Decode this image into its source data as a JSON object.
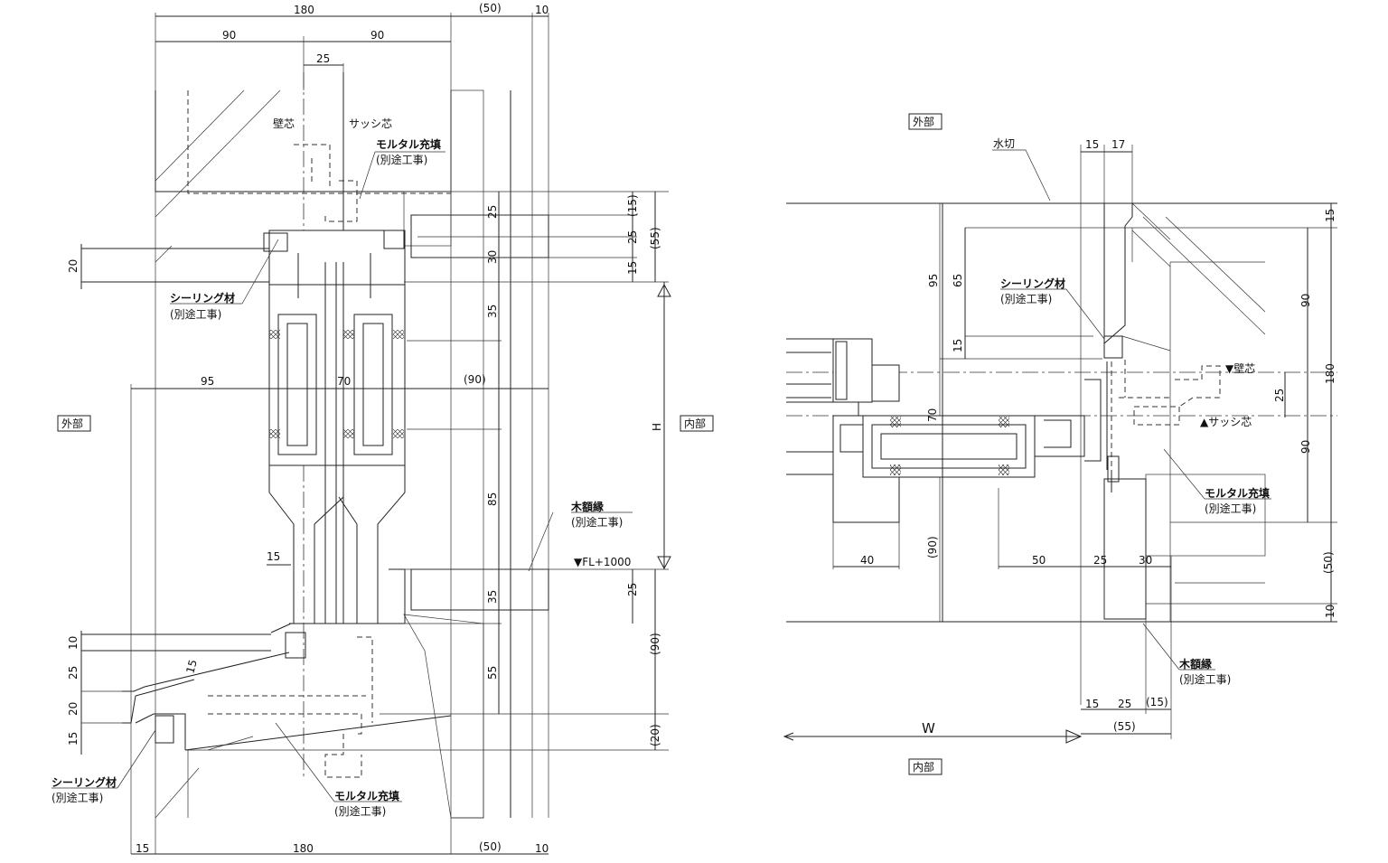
{
  "left": {
    "top_dims": [
      "180",
      "(50)",
      "10",
      "90",
      "90",
      "25"
    ],
    "center_marks": {
      "wall_center": "壁芯",
      "sash_center": "サッシ芯"
    },
    "right_dims_inner": [
      "25",
      "30",
      "35",
      "85",
      "35",
      "55"
    ],
    "right_dims_outer": [
      "(15)",
      "25",
      "15",
      "(55)",
      "H",
      "25",
      "(90)",
      "(20)"
    ],
    "mid_dims": [
      "95",
      "70",
      "(90)"
    ],
    "left_dims": [
      "20",
      "10",
      "25",
      "20",
      "15"
    ],
    "misc_dims": [
      "15",
      "15"
    ],
    "bottom_dims": [
      "15",
      "180",
      "(50)",
      "10"
    ],
    "labels": {
      "exterior": "外部",
      "interior": "内部",
      "mortar_top": "モルタル充填",
      "mortar_top_sub": "(別途工事)",
      "sealing_top": "シーリング材",
      "sealing_top_sub": "(別途工事)",
      "trim": "木額縁",
      "trim_sub": "(別途工事)",
      "fl": "▼FL+1000",
      "sealing_bottom": "シーリング材",
      "sealing_bottom_sub": "(別途工事)",
      "mortar_bottom": "モルタル充填",
      "mortar_bottom_sub": "(別途工事)"
    }
  },
  "right": {
    "top_dims": [
      "15",
      "17"
    ],
    "left_dims": [
      "95",
      "65",
      "15",
      "70",
      "(90)"
    ],
    "right_dims": [
      "15",
      "90",
      "180",
      "25",
      "90",
      "(50)",
      "10"
    ],
    "bottom_dims_row1": [
      "40",
      "50",
      "25",
      "30"
    ],
    "bottom_dims_row2": [
      "15",
      "25",
      "(15)"
    ],
    "bottom_dims_row3": [
      "(55)"
    ],
    "width_label": "W",
    "labels": {
      "exterior": "外部",
      "interior": "内部",
      "flashing": "水切",
      "sealing": "シーリング材",
      "sealing_sub": "(別途工事)",
      "wall_center": "▼壁芯",
      "sash_center": "▲サッシ芯",
      "mortar": "モルタル充填",
      "mortar_sub": "(別途工事)",
      "trim": "木額縁",
      "trim_sub": "(別途工事)"
    }
  }
}
